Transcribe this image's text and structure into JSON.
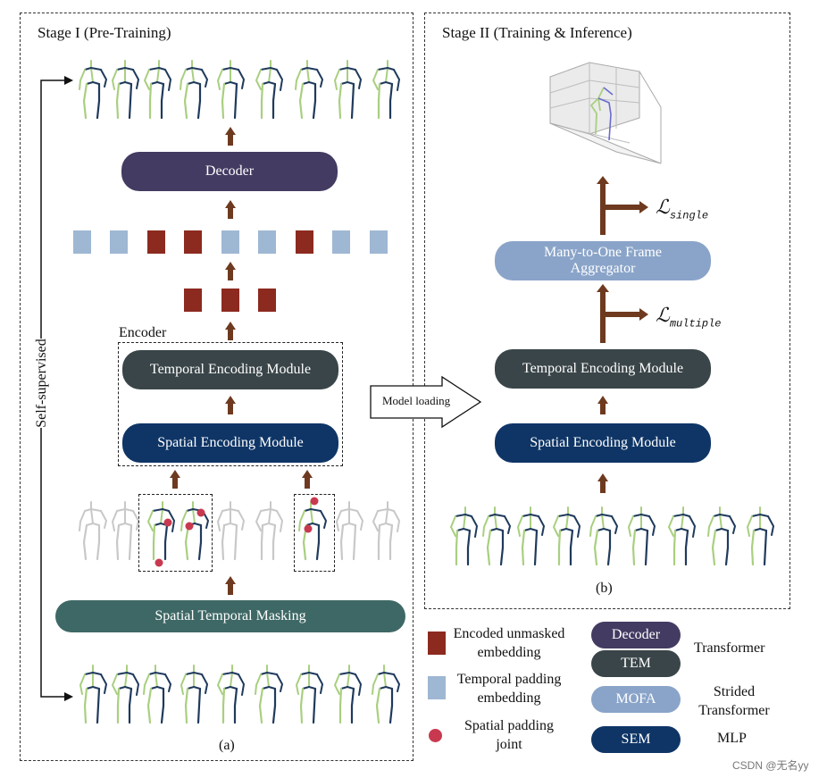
{
  "stage1": {
    "title": "Stage I (Pre-Training)",
    "decoder": "Decoder",
    "encoder_label": "Encoder",
    "tem": "Temporal Encoding Module",
    "sem": "Spatial Encoding Module",
    "masking": "Spatial Temporal Masking",
    "side_label": "Self-supervised",
    "caption": "(a)"
  },
  "stage2": {
    "title": "Stage II (Training & Inference)",
    "mofa_line1": "Many-to-One Frame",
    "mofa_line2": "Aggregator",
    "tem": "Temporal Encoding Module",
    "sem": "Spatial Encoding Module",
    "loss_single_base": "ℒ",
    "loss_single_sub": "single",
    "loss_multiple_base": "ℒ",
    "loss_multiple_sub": "multiple",
    "caption": "(b)"
  },
  "model_loading": "Model loading",
  "legend": {
    "red_line1": "Encoded unmasked",
    "red_line2": "embedding",
    "blue_line1": "Temporal padding",
    "blue_line2": "embedding",
    "dot_line1": "Spatial padding",
    "dot_line2": "joint",
    "decoder": "Decoder",
    "tem": "TEM",
    "mofa": "MOFA",
    "sem": "SEM",
    "transformer": "Transformer",
    "strided1": "Strided",
    "strided2": "Transformer",
    "mlp": "MLP"
  },
  "watermark": "CSDN @无名yy",
  "colors": {
    "decoder": "#443b62",
    "tem": "#3a4549",
    "sem": "#0f3566",
    "masking": "#3e6865",
    "mofa": "#8aa4c9",
    "encoded_red": "#8c2a20",
    "padding_blue": "#9eb7d3",
    "joint_dot": "#c8394f",
    "arrow_brown": "#6e3a1f",
    "skeleton_light": "#a9cf80",
    "skeleton_dark": "#1f3a5c",
    "skeleton_gray": "#c8c8c8"
  }
}
